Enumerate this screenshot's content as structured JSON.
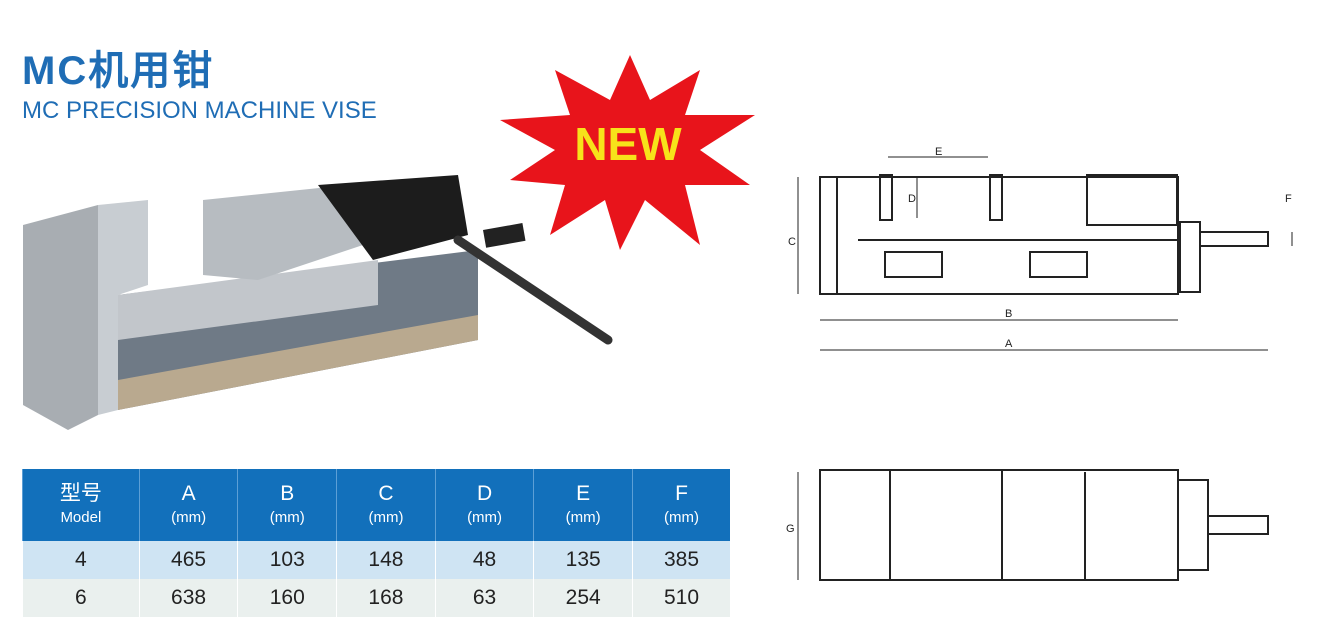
{
  "header": {
    "title": "MC机用钳",
    "subtitle": "MC PRECISION MACHINE VISE"
  },
  "badge": {
    "text": "NEW",
    "color": "#e8141b",
    "text_color": "#f7e21a"
  },
  "diagram": {
    "labels": [
      "A",
      "B",
      "C",
      "D",
      "E",
      "F",
      "G"
    ]
  },
  "table": {
    "headers": [
      {
        "top": "型号",
        "bottom": "Model"
      },
      {
        "top": "A",
        "bottom": "(mm)"
      },
      {
        "top": "B",
        "bottom": "(mm)"
      },
      {
        "top": "C",
        "bottom": "(mm)"
      },
      {
        "top": "D",
        "bottom": "(mm)"
      },
      {
        "top": "E",
        "bottom": "(mm)"
      },
      {
        "top": "F",
        "bottom": "(mm)"
      }
    ],
    "rows": [
      [
        "4",
        "465",
        "103",
        "148",
        "48",
        "135",
        "385"
      ],
      [
        "6",
        "638",
        "160",
        "168",
        "63",
        "254",
        "510"
      ]
    ]
  }
}
